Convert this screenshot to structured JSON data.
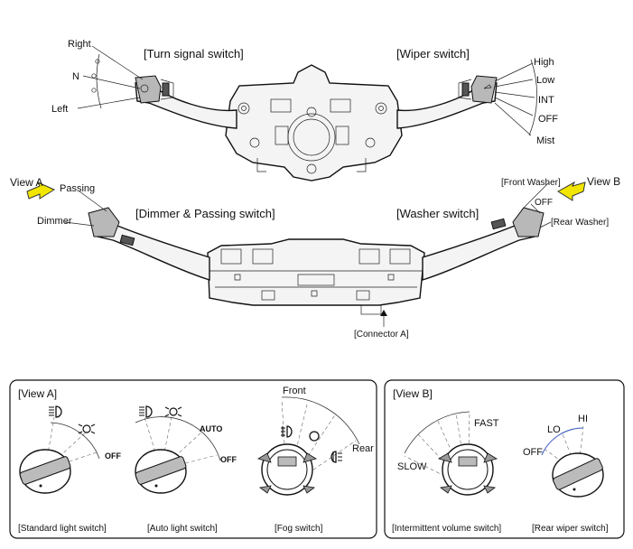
{
  "top_assembly": {
    "turn_signal_title": "[Turn signal switch]",
    "wiper_title": "[Wiper switch]",
    "turn_positions": [
      "Right",
      "N",
      "Left"
    ],
    "wiper_positions": [
      "High",
      "Low",
      "INT",
      "OFF",
      "Mist"
    ]
  },
  "middle_assembly": {
    "view_a_label": "View A",
    "view_b_label": "View B",
    "passing_label": "Passing",
    "dimmer_label": "Dimmer",
    "dimmer_title": "[Dimmer & Passing switch]",
    "washer_title": "[Washer switch]",
    "front_washer": "[Front Washer]",
    "off_label": "OFF",
    "rear_washer": "[Rear Washer]",
    "connector_label": "[Connector A]",
    "arrow_color": "#f2e600"
  },
  "view_a": {
    "title": "[View A]",
    "standard_caption": "[Standard light switch]",
    "auto_caption": "[Auto light switch]",
    "fog_caption": "[Fog switch]",
    "off_text": "OFF",
    "auto_text": "AUTO",
    "front_label": "Front",
    "rear_label": "Rear",
    "icons": [
      "headlamp-icon",
      "parking-lamp-icon",
      "front-fog-icon",
      "rear-fog-icon"
    ]
  },
  "view_b": {
    "title": "[View B]",
    "fast_label": "FAST",
    "slow_label": "SLOW",
    "lo_label": "LO",
    "hi_label": "HI",
    "off_label": "OFF",
    "intermittent_caption": "[Intermittent volume switch]",
    "rear_wiper_caption": "[Rear wiper switch]"
  }
}
